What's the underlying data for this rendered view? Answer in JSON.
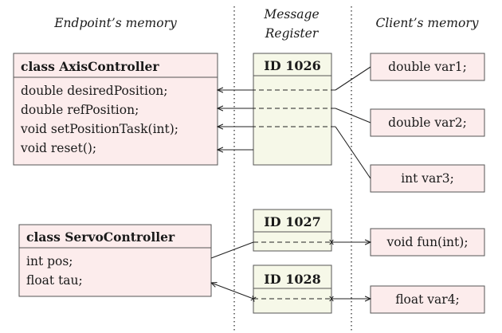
{
  "headers": {
    "endpoint": "Endpoint’s memory",
    "register_line1": "Message",
    "register_line2": "Register",
    "client": "Client’s memory"
  },
  "classes": [
    {
      "name": "class AxisController",
      "members": [
        "double desiredPosition;",
        "double refPosition;",
        "void setPositionTask(int);",
        "void reset();"
      ]
    },
    {
      "name": "class ServoController",
      "members": [
        "int pos;",
        "float tau;"
      ]
    }
  ],
  "registers": [
    {
      "id": "ID 1026"
    },
    {
      "id": "ID 1027"
    },
    {
      "id": "ID 1028"
    }
  ],
  "client_vars": [
    {
      "label": "double var1;"
    },
    {
      "label": "double var2;"
    },
    {
      "label": "int var3;"
    },
    {
      "label": "void fun(int);"
    },
    {
      "label": "float var4;"
    }
  ],
  "colors": {
    "class_fill": "#fcecec",
    "register_fill": "#f6f8e8",
    "client_fill": "#fcecec",
    "stroke": "#555555",
    "line": "#222222"
  }
}
